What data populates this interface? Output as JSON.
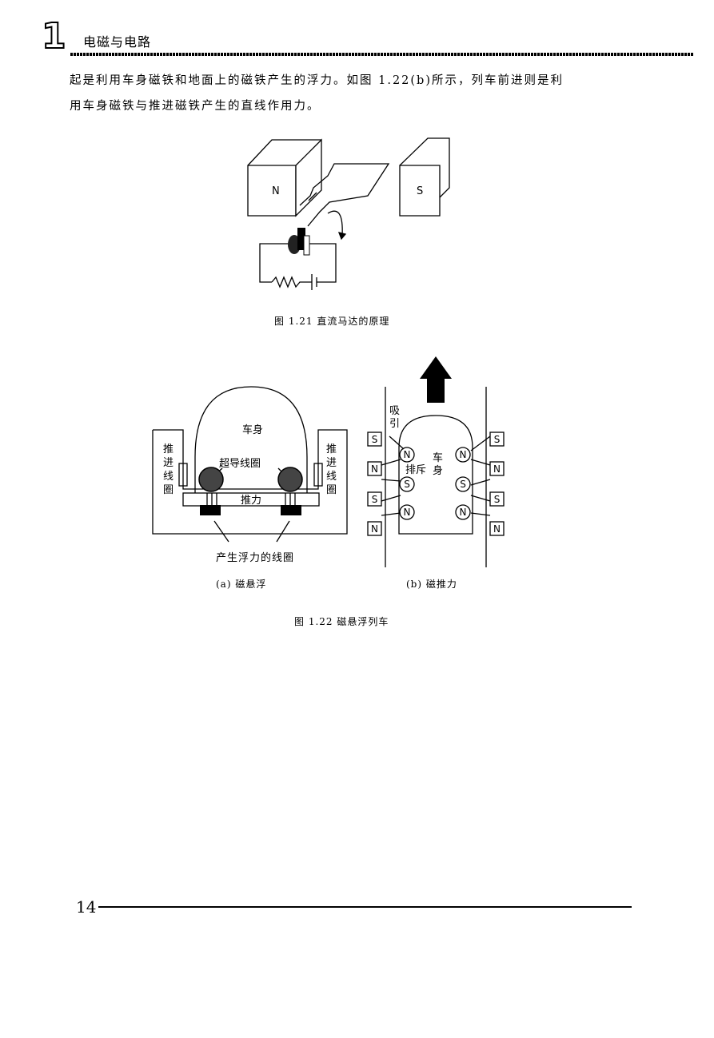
{
  "header": {
    "chapter_number": "1",
    "chapter_title": "电磁与电路"
  },
  "body": {
    "line1": "起是利用车身磁铁和地面上的磁铁产生的浮力。如图 1.22(b)所示，列车前进则是利",
    "line2": "用车身磁铁与推进磁铁产生的直线作用力。"
  },
  "figure_1_21": {
    "caption": "图 1.21   直流马达的原理",
    "pole_left": "N",
    "pole_right": "S"
  },
  "figure_1_22": {
    "caption": "图 1.22   磁悬浮列车",
    "a": {
      "car_body": "车身",
      "propulsion_coil_left": [
        "推",
        "进",
        "线",
        "圈"
      ],
      "propulsion_coil_right": [
        "推",
        "进",
        "线",
        "圈"
      ],
      "superconducting_coil": "超导线圈",
      "thrust": "推力",
      "levitation_coil": "产生浮力的线圈",
      "label": "(a) 磁悬浮"
    },
    "b": {
      "attract": [
        "吸",
        "引"
      ],
      "repel": "排斥",
      "car_body": [
        "车",
        "身"
      ],
      "left_magnets": [
        "S",
        "N",
        "S",
        "N"
      ],
      "right_magnets": [
        "S",
        "N",
        "S",
        "N"
      ],
      "car_left_poles": [
        "N",
        "S",
        "N"
      ],
      "car_right_poles": [
        "N",
        "S",
        "N"
      ],
      "label": "(b) 磁推力"
    }
  },
  "footer": {
    "page_number": "14"
  }
}
